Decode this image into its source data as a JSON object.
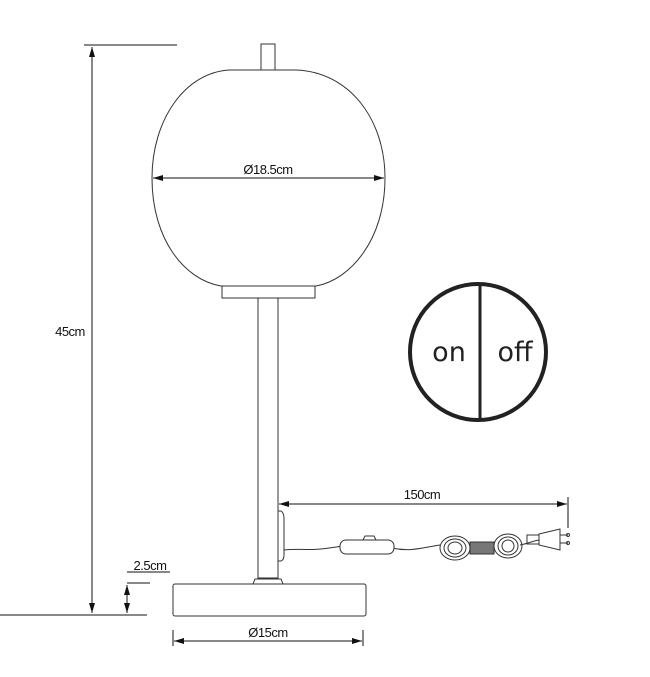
{
  "dimensions": {
    "height": "45cm",
    "shade_diameter": "Ø18.5cm",
    "base_height": "2.5cm",
    "base_diameter": "Ø15cm",
    "cable_length": "150cm"
  },
  "switch_symbol": {
    "on": "on",
    "off": "off"
  },
  "colors": {
    "line": "#222222",
    "background": "#ffffff"
  }
}
